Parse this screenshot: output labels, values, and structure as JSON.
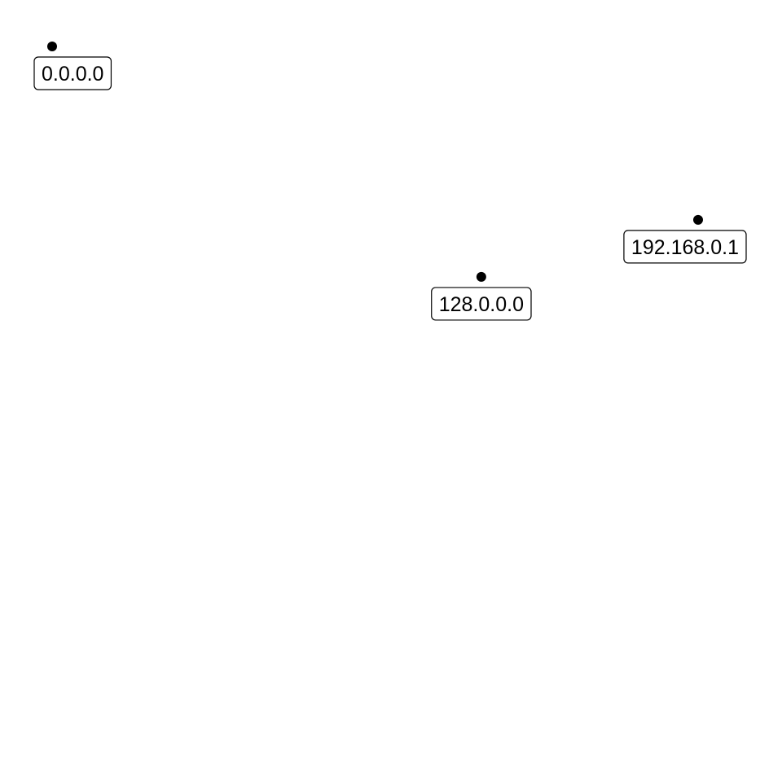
{
  "chart_data": {
    "type": "scatter",
    "title": "",
    "xlabel": "",
    "ylabel": "",
    "axes_visible": false,
    "grid": false,
    "legend": "none",
    "xlim": [
      0,
      3232235521
    ],
    "ylim": [
      0,
      3232235521
    ],
    "point_color": "#000000",
    "label_style": "boxed-below-point",
    "points": [
      {
        "label": "0.0.0.0",
        "x": 0,
        "y": 3232235521
      },
      {
        "label": "128.0.0.0",
        "x": 2147483648,
        "y": 2147483648
      },
      {
        "label": "192.168.0.1",
        "x": 3232235521,
        "y": 2415919104
      }
    ]
  }
}
